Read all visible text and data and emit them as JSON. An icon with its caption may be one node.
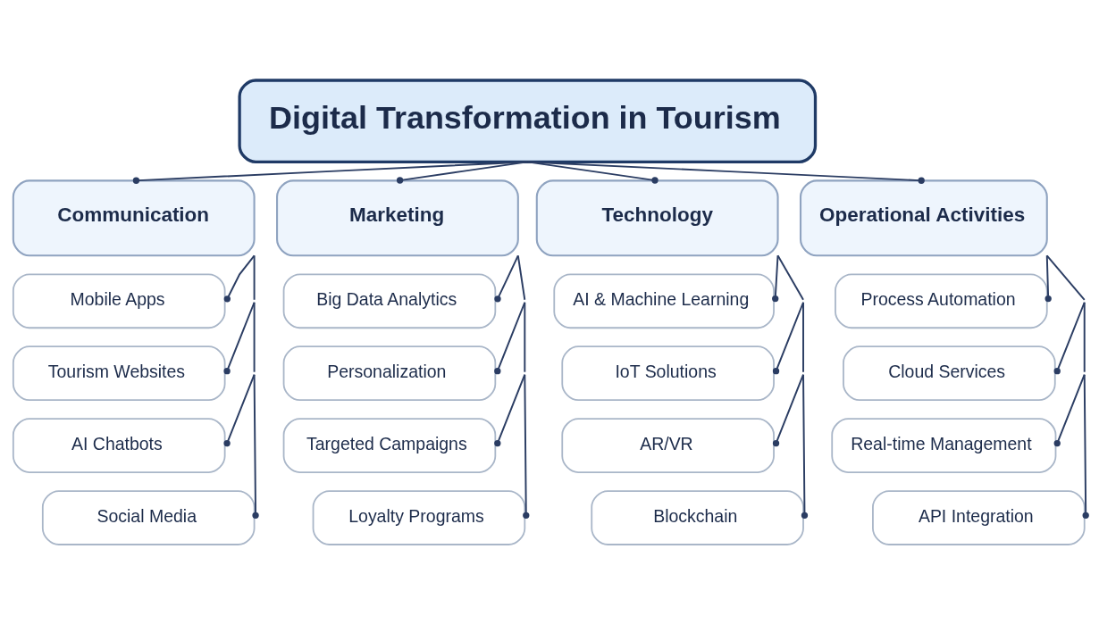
{
  "diagram": {
    "nodes": [
      {
        "text": [
          "Digital Transformation in Tourism"
        ]
      },
      {
        "text": [
          "Communication"
        ]
      },
      {
        "text": [
          "Mobile Apps"
        ]
      },
      {
        "text": [
          "Tourism Websites"
        ]
      },
      {
        "text": [
          "AI Chatbots"
        ]
      },
      {
        "text": [
          "Social Media"
        ]
      },
      {
        "text": [
          "Marketing"
        ]
      },
      {
        "text": [
          "Big Data Analytics"
        ]
      },
      {
        "text": [
          "Personalization"
        ]
      },
      {
        "text": [
          "Targeted Campaigns"
        ]
      },
      {
        "text": [
          "Loyalty Programs"
        ]
      },
      {
        "text": [
          "Technology"
        ]
      },
      {
        "text": [
          "AI & Machine Learning"
        ]
      },
      {
        "text": [
          "IoT Solutions"
        ]
      },
      {
        "text": [
          "AR/VR"
        ]
      },
      {
        "text": [
          "Blockchain"
        ]
      },
      {
        "text": [
          "Operational Activities"
        ]
      },
      {
        "text": [
          "Process Automation"
        ]
      },
      {
        "text": [
          "Cloud Services"
        ]
      },
      {
        "text": [
          "Real-time Management"
        ]
      },
      {
        "text": [
          "API Integration"
        ]
      }
    ],
    "edges": [
      {
        "from": 0,
        "to": 1,
        "arrow": "other"
      },
      {
        "from": 0,
        "to": 6,
        "arrow": "other"
      },
      {
        "from": 0,
        "to": 11,
        "arrow": "other"
      },
      {
        "from": 0,
        "to": 16,
        "arrow": "other"
      },
      {
        "from": 1,
        "to": 2,
        "arrow": "other"
      },
      {
        "from": 1,
        "to": 3,
        "arrow": "other"
      },
      {
        "from": 1,
        "to": 4,
        "arrow": "other"
      },
      {
        "from": 1,
        "to": 5,
        "arrow": "other"
      },
      {
        "from": 6,
        "to": 7,
        "arrow": "other"
      },
      {
        "from": 6,
        "to": 8,
        "arrow": "other"
      },
      {
        "from": 6,
        "to": 9,
        "arrow": "other"
      },
      {
        "from": 6,
        "to": 10,
        "arrow": "other"
      },
      {
        "from": 11,
        "to": 12,
        "arrow": "other"
      },
      {
        "from": 11,
        "to": 13,
        "arrow": "other"
      },
      {
        "from": 11,
        "to": 14,
        "arrow": "other"
      },
      {
        "from": 11,
        "to": 15,
        "arrow": "other"
      },
      {
        "from": 16,
        "to": 17,
        "arrow": "other"
      },
      {
        "from": 16,
        "to": 18,
        "arrow": "other"
      },
      {
        "from": 16,
        "to": 19,
        "arrow": "other"
      },
      {
        "from": 16,
        "to": 20,
        "arrow": "other"
      }
    ]
  }
}
